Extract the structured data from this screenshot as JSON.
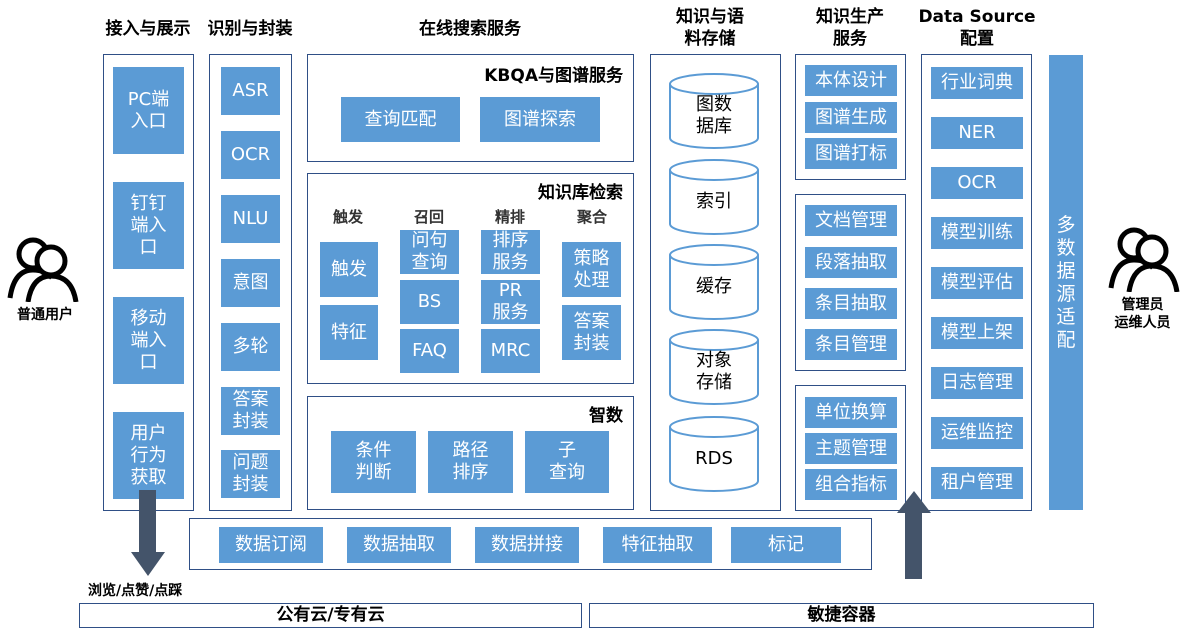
{
  "headers": {
    "access": "接入与展示",
    "recognize": "识别与封装",
    "online": "在线搜索服务",
    "storage": "知识与语\n料存储",
    "production": "知识生产\n服务",
    "datasource": "Data Source\n配置"
  },
  "access_items": [
    "PC端\n入口",
    "钉钉\n端入\n口",
    "移动\n端入\n口",
    "用户\n行为\n获取"
  ],
  "recognize_items": [
    "ASR",
    "OCR",
    "NLU",
    "意图",
    "多轮",
    "答案\n封装",
    "问题\n封装"
  ],
  "kbqa": {
    "title": "KBQA与图谱服务",
    "items": [
      "查询匹配",
      "图谱探索"
    ]
  },
  "kb_search": {
    "title": "知识库检索",
    "columns": [
      {
        "label": "触发",
        "items": [
          "触发",
          "特征"
        ]
      },
      {
        "label": "召回",
        "items": [
          "问句\n查询",
          "BS",
          "FAQ"
        ]
      },
      {
        "label": "精排",
        "items": [
          "排序\n服务",
          "PR\n服务",
          "MRC"
        ]
      },
      {
        "label": "聚合",
        "items": [
          "策略\n处理",
          "答案\n封装"
        ]
      }
    ]
  },
  "zhishu": {
    "title": "智数",
    "items": [
      "条件\n判断",
      "路径\n排序",
      "子\n查询"
    ]
  },
  "storage_items": [
    "图数\n据库",
    "索引",
    "缓存",
    "对象\n存储",
    "RDS"
  ],
  "production_groups": [
    [
      "本体设计",
      "图谱生成",
      "图谱打标"
    ],
    [
      "文档管理",
      "段落抽取",
      "条目抽取",
      "条目管理"
    ],
    [
      "单位换算",
      "主题管理",
      "组合指标"
    ]
  ],
  "datasource_items": [
    "行业词典",
    "NER",
    "OCR",
    "模型训练",
    "模型评估",
    "模型上架",
    "日志管理",
    "运维监控",
    "租户管理"
  ],
  "multi_source": "多\n数\n据\n源\n适\n配",
  "data_pipeline": [
    "数据订阅",
    "数据抽取",
    "数据拼接",
    "特征抽取",
    "标记"
  ],
  "users": {
    "left": "普通用户",
    "right": "管理员\n运维人员"
  },
  "feedback_label": "浏览/点赞/点踩",
  "bottom": {
    "cloud": "公有云/专有云",
    "container": "敏捷容器"
  },
  "colors": {
    "block": "#5b9bd5",
    "frame": "#2f4f86",
    "arrow": "#44546a"
  }
}
